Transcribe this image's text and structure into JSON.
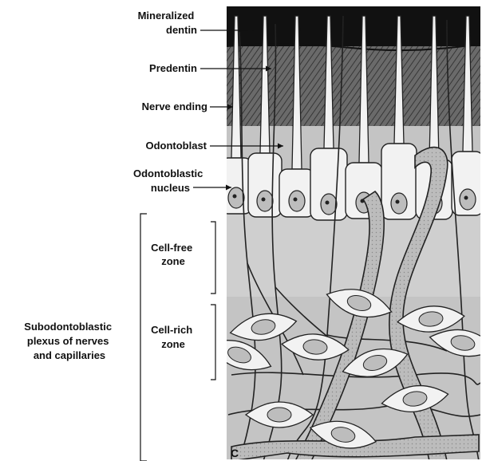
{
  "labels": {
    "mineralized_dentin": [
      "Mineralized",
      "dentin"
    ],
    "predentin": "Predentin",
    "nerve_ending": "Nerve ending",
    "odontoblast": "Odontoblast",
    "odontoblastic_nucleus": [
      "Odontoblastic",
      "nucleus"
    ],
    "cell_free_zone": [
      "Cell-free",
      "zone"
    ],
    "cell_rich_zone": [
      "Cell-rich",
      "zone"
    ],
    "subodontoblastic_plexus": [
      "Subodontoblastic",
      "plexus of nerves",
      "and capillaries"
    ],
    "panel_letter": "C"
  },
  "colors": {
    "dentin": "#111111",
    "predentin": "#5a5a5a",
    "pulp": "#c4c4c4",
    "cell_free_band": "#cfcfcf",
    "cell_fill": "#f2f2f2",
    "nucleus": "#bdbdbd",
    "outline": "#222222"
  },
  "structures": [
    "mineralized-dentin-layer",
    "predentin-layer",
    "odontoblast-layer",
    "cell-free-zone",
    "cell-rich-zone",
    "nerve-fibers",
    "capillaries"
  ]
}
